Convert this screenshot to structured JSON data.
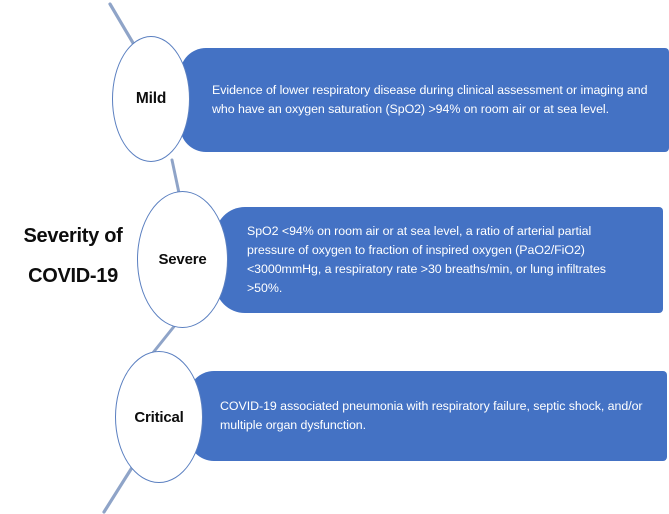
{
  "diagram": {
    "title_line1": "Severity of",
    "title_line2": "COVID-19",
    "accent_color": "#4472C4",
    "ellipse_stroke_color": "#5A7FC0",
    "connector_color": "#8FA4C8",
    "background_color": "#FFFFFF",
    "levels": [
      {
        "name": "mild",
        "label": "Mild",
        "description": "Evidence of lower respiratory disease during clinical assessment or imaging and who have an oxygen saturation (SpO2) >94% on room air or at sea level."
      },
      {
        "name": "severe",
        "label": "Severe",
        "description": "SpO2 <94% on room air or at sea level, a ratio of arterial partial pressure of oxygen to fraction of inspired oxygen (PaO2/FiO2) <3000mmHg, a respiratory rate >30 breaths/min, or lung infiltrates >50%."
      },
      {
        "name": "critical",
        "label": "Critical",
        "description": "COVID-19 associated pneumonia with respiratory failure, septic shock, and/or multiple organ dysfunction."
      }
    ]
  }
}
